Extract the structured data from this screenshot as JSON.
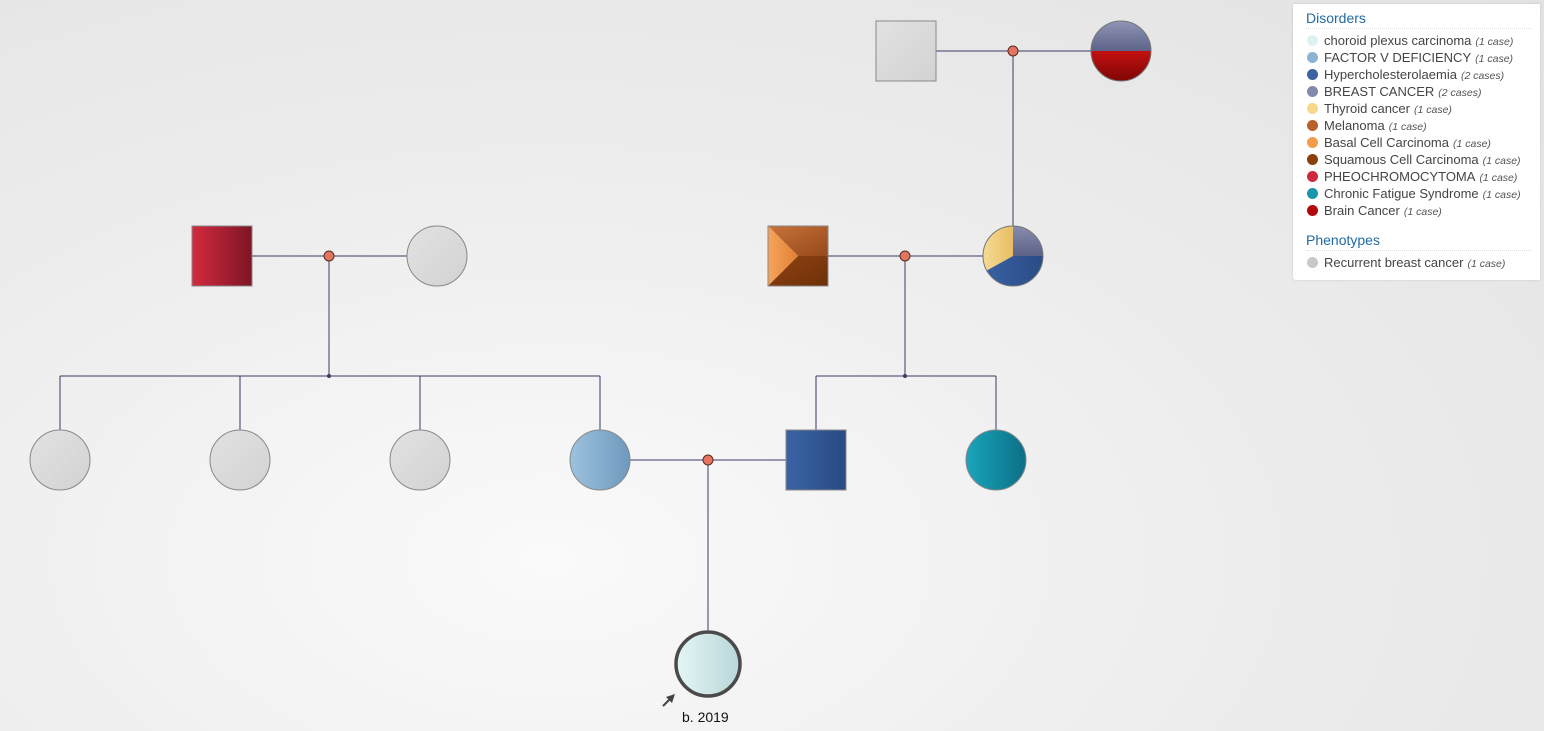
{
  "legend": {
    "disorders_title": "Disorders",
    "disorders": [
      {
        "name": "choroid plexus carcinoma",
        "cases": "(1 case)",
        "color": "#dff2f3"
      },
      {
        "name": "FACTOR V DEFICIENCY",
        "cases": "(1 case)",
        "color": "#8cb4d2"
      },
      {
        "name": "Hypercholesterolaemia",
        "cases": "(2 cases)",
        "color": "#3b62a3"
      },
      {
        "name": "BREAST CANCER",
        "cases": "(2 cases)",
        "color": "#8289ab"
      },
      {
        "name": "Thyroid cancer",
        "cases": "(1 case)",
        "color": "#f6d88b"
      },
      {
        "name": "Melanoma",
        "cases": "(1 case)",
        "color": "#b9612a"
      },
      {
        "name": "Basal Cell Carcinoma",
        "cases": "(1 case)",
        "color": "#f29c4c"
      },
      {
        "name": "Squamous Cell Carcinoma",
        "cases": "(1 case)",
        "color": "#8a3f0d"
      },
      {
        "name": "PHEOCHROMOCYTOMA",
        "cases": "(1 case)",
        "color": "#cf2b3f"
      },
      {
        "name": "Chronic Fatigue Syndrome",
        "cases": "(1 case)",
        "color": "#1796ad"
      },
      {
        "name": "Brain Cancer",
        "cases": "(1 case)",
        "color": "#b20a0a"
      }
    ],
    "phenotypes_title": "Phenotypes",
    "phenotypes": [
      {
        "name": "Recurrent breast cancer",
        "cases": "(1 case)",
        "color": "#c8c8c8"
      }
    ]
  },
  "proband": {
    "birth_label": "b. 2019"
  },
  "colors": {
    "line": "#3a3a66",
    "partnership_node": "#e4735f",
    "unaffected": "#d9d9d9"
  }
}
